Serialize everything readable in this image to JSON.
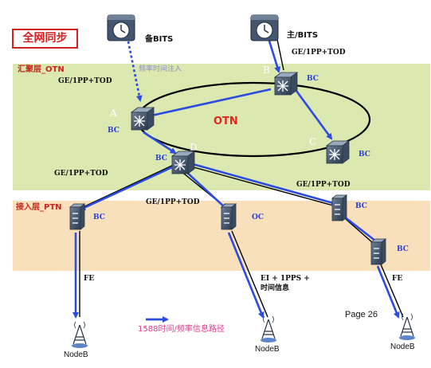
{
  "title": "全网同步",
  "layers": {
    "aggregation": "汇聚层_OTN",
    "access": "接入层_PTN"
  },
  "ring_label": "OTN",
  "faint_label": "频率时间注入",
  "clocks": {
    "standby": "备BITS",
    "primary": "主/BITS"
  },
  "otn_nodes": {
    "a": "A",
    "b": "B",
    "c": "C",
    "d": "D"
  },
  "bc": "BC",
  "oc": "OC",
  "links": {
    "primary_to_b": "GE/1PP+TOD",
    "to_a": "GE/1PP+TOD",
    "d_left": "GE/1PP+TOD",
    "d_right": "GE/1PP+TOD",
    "to_oc": "GE/1PP+TOD",
    "fe_left": "FE",
    "fe_right": "FE",
    "e1_line1": "EI + 1PPS +",
    "e1_line2": "时间信息"
  },
  "legend": "1588时间/频率信息路径",
  "nodeb": "NodeB",
  "page": "Page 26",
  "colors": {
    "otn_band": "#dbe8b0",
    "ptn_band": "#f8e0bd",
    "title_red": "#d42020",
    "path_blue": "#2c4be0",
    "legend_pink": "#e0398a",
    "bc_blue": "#2b3fd4"
  }
}
